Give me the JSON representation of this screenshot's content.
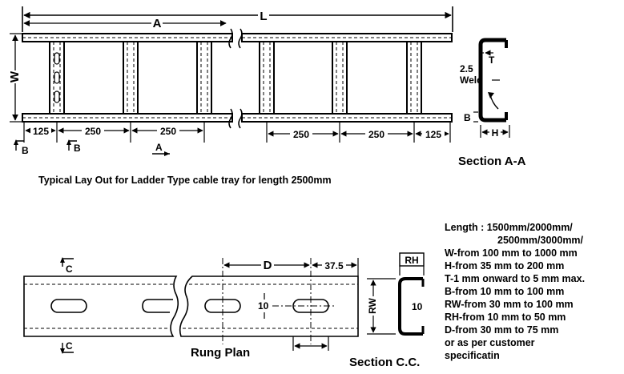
{
  "layout_view": {
    "labels": {
      "L": "L",
      "A": "A",
      "W": "W",
      "dim_125_left": "125",
      "dim_250_1": "250",
      "dim_250_2": "250",
      "dim_250_3": "250",
      "dim_250_4": "250",
      "dim_125_right": "125",
      "section_B": "B",
      "section_B2": "B",
      "section_A": "A"
    },
    "caption": "Typical Lay Out for Ladder Type cable tray for length 2500mm"
  },
  "section_aa": {
    "T": "T",
    "weld_value": "2.5",
    "weld": "Weld",
    "B": "B",
    "H": "H",
    "title": "Section A-A"
  },
  "rung_plan": {
    "C_top": "C",
    "C_bottom": "C",
    "D": "D",
    "dim_37_5": "37.5",
    "dim_10": "10",
    "title": "Rung Plan"
  },
  "section_cc": {
    "RH": "RH",
    "RW": "RW",
    "dim_10": "10",
    "title": "Section C.C."
  },
  "specifications": [
    "Length : 1500mm/2000mm/",
    "2500mm/3000mm/",
    "W-from 100 mm to 1000 mm",
    "H-from 35 mm to 200 mm",
    "T-1 mm onward to 5 mm max.",
    "B-from 10 mm to 100 mm",
    "RW-from 30 mm to 100 mm",
    "RH-from 10 mm to 50 mm",
    "D-from 30 mm to 75 mm",
    "or as per customer",
    "specificatin"
  ]
}
